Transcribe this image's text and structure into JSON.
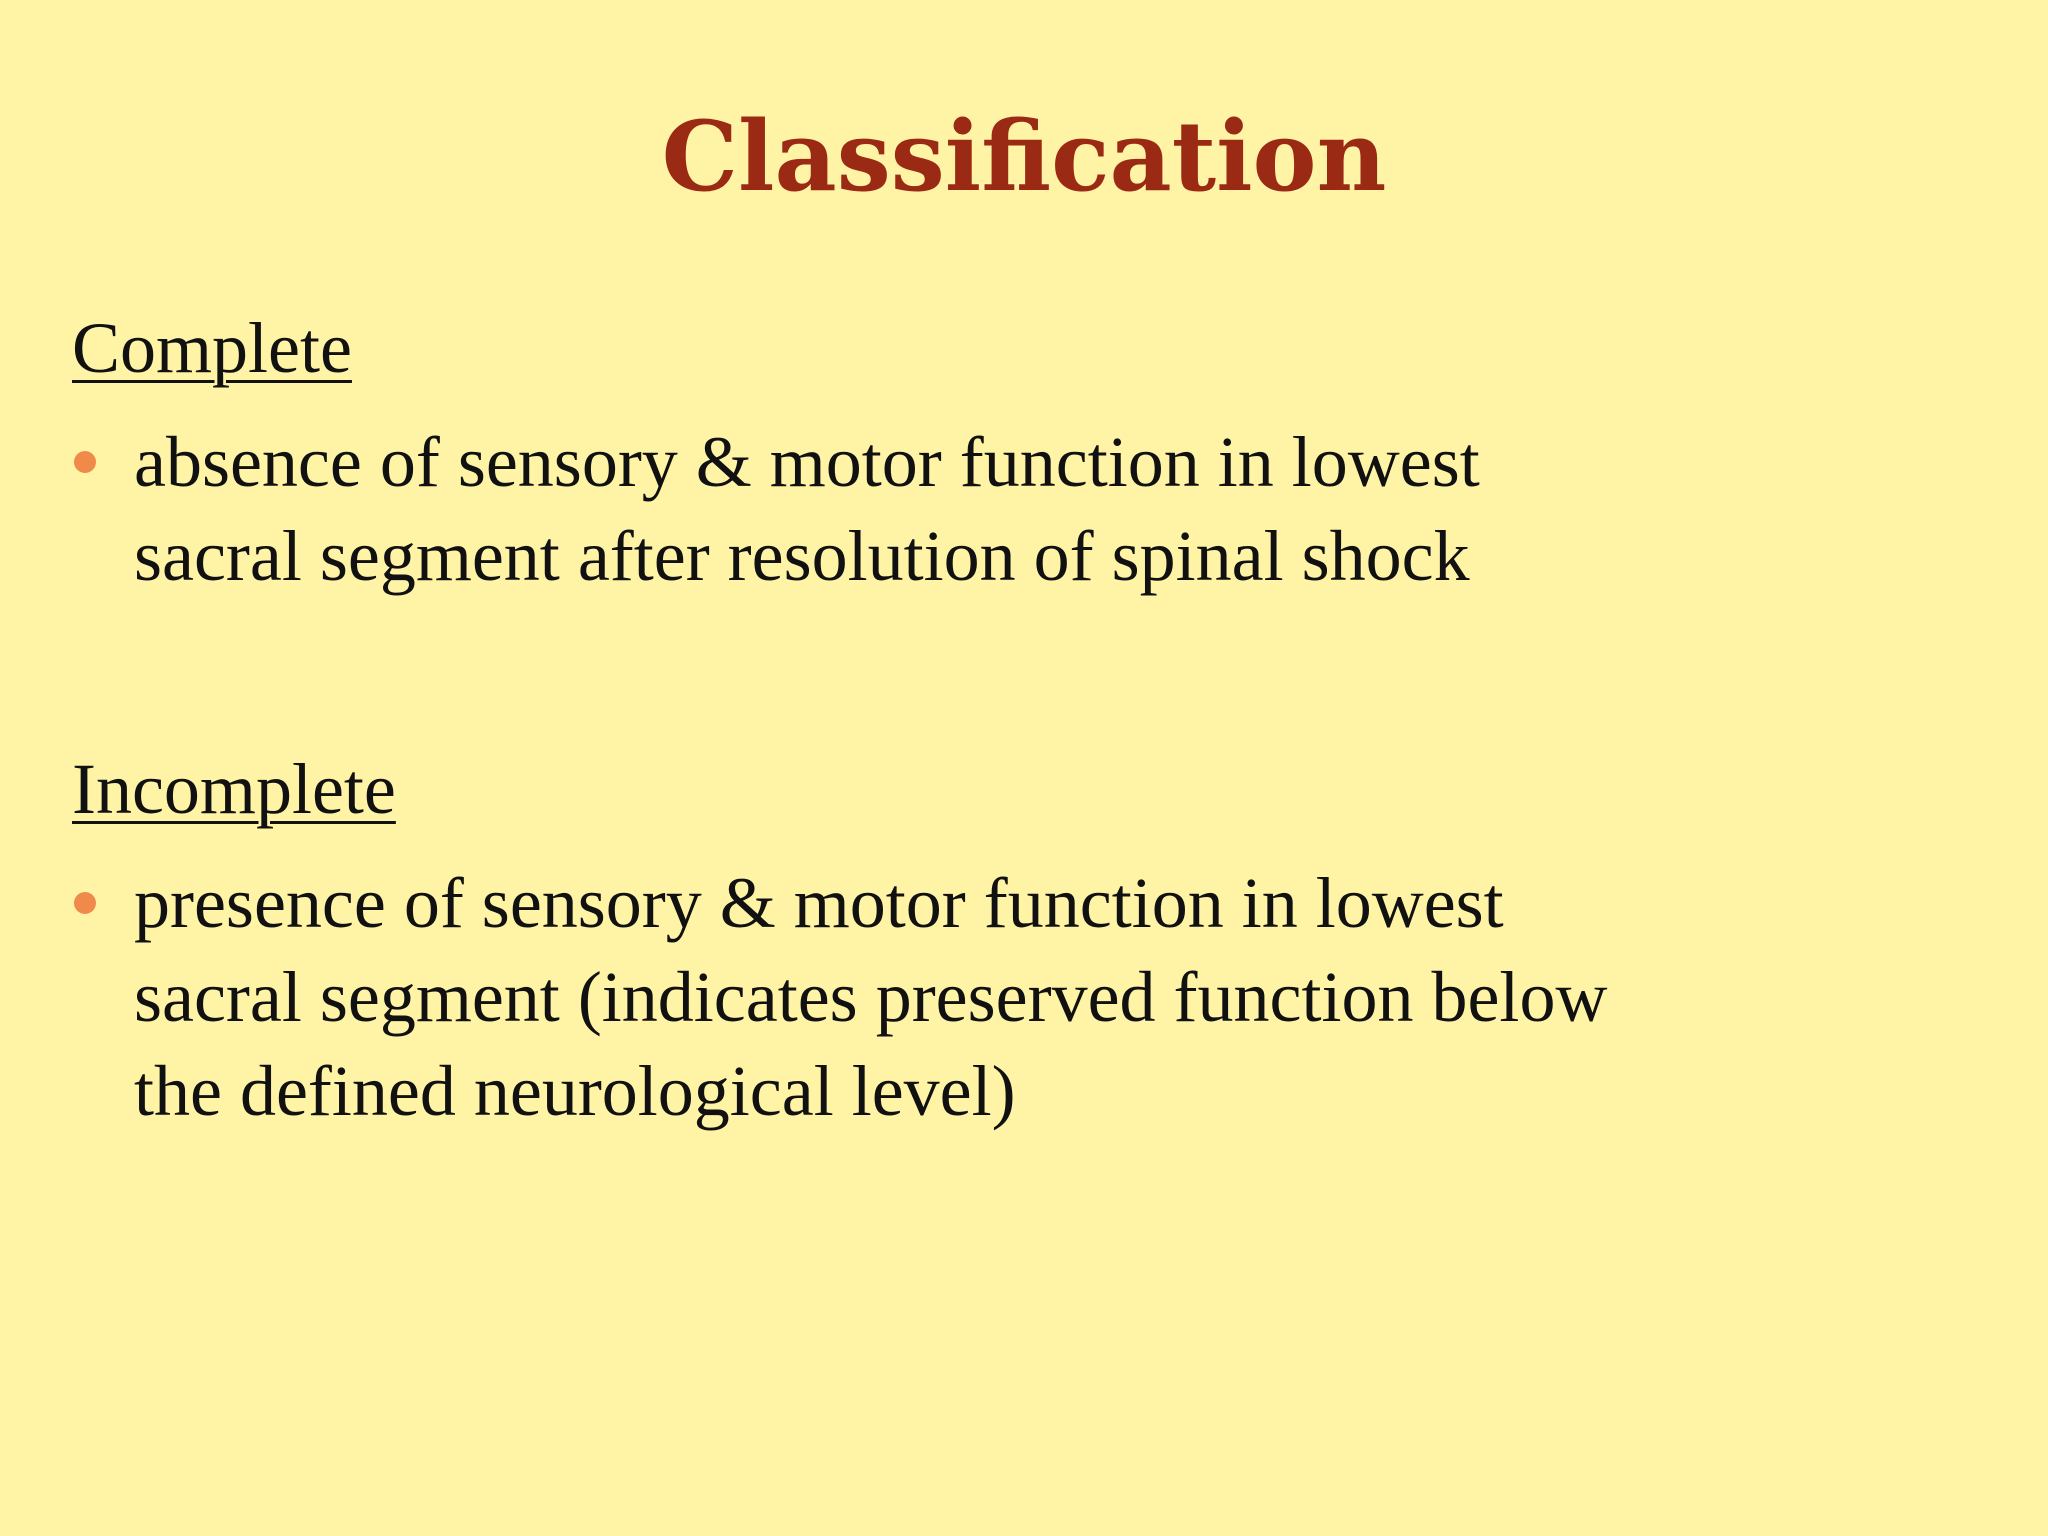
{
  "slide": {
    "title": "Classification",
    "sections": [
      {
        "heading": "Complete",
        "bullet_lines": [
          "absence of sensory & motor function in lowest",
          "sacral segment after resolution of spinal shock"
        ]
      },
      {
        "heading": "Incomplete",
        "bullet_lines": [
          "presence of sensory & motor function in lowest",
          "sacral segment (indicates preserved function below",
          "the defined neurological level)"
        ]
      }
    ]
  },
  "colors": {
    "background": "#fff3a6",
    "title": "#9b2a14",
    "bullet": "#f08a4b",
    "text": "#111111"
  }
}
